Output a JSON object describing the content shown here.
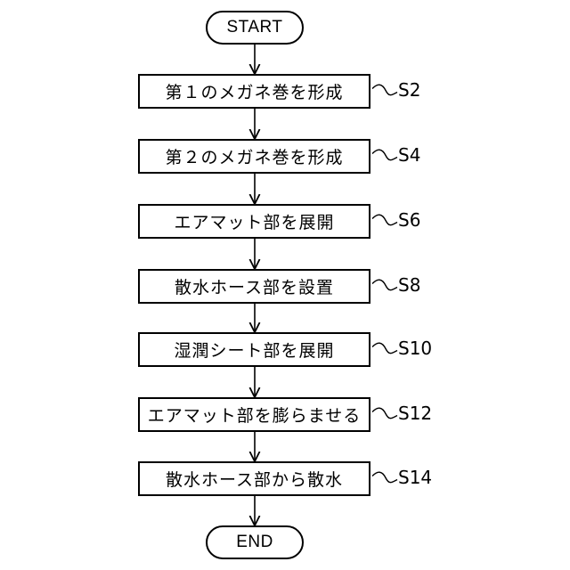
{
  "start": "START",
  "end": "END",
  "steps": [
    {
      "text": "第１のメガネ巻を形成",
      "label": "S2"
    },
    {
      "text": "第２のメガネ巻を形成",
      "label": "S4"
    },
    {
      "text": "エアマット部を展開",
      "label": "S6"
    },
    {
      "text": "散水ホース部を設置",
      "label": "S8"
    },
    {
      "text": "湿潤シート部を展開",
      "label": "S10"
    },
    {
      "text": "エアマット部を膨らませる",
      "label": "S12"
    },
    {
      "text": "散水ホース部から散水",
      "label": "S14"
    }
  ]
}
